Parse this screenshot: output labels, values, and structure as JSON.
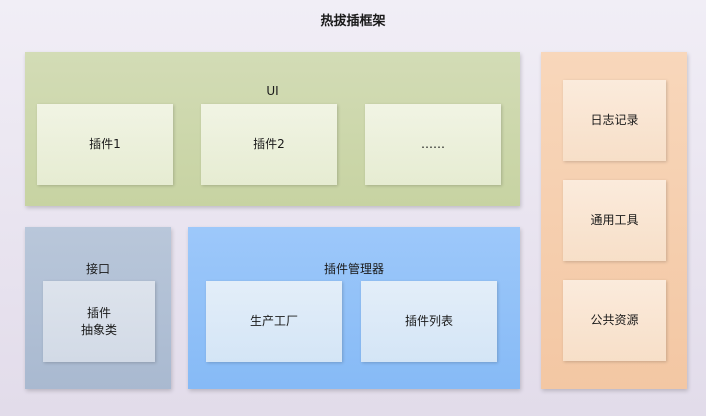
{
  "title": "热拔插框架",
  "ui": {
    "label": "UI",
    "items": [
      "插件1",
      "插件2",
      "……"
    ]
  },
  "interface": {
    "label": "接口",
    "item": "插件\n抽象类"
  },
  "manager": {
    "label": "插件管理器",
    "items": [
      "生产工厂",
      "插件列表"
    ]
  },
  "side": {
    "items": [
      "日志记录",
      "通用工具",
      "公共资源"
    ]
  },
  "colors": {
    "ui_panel": "#c7d3a2",
    "interface_panel": "#a9b9d0",
    "manager_panel": "#86baf6",
    "side_panel": "#f3c7a3"
  }
}
